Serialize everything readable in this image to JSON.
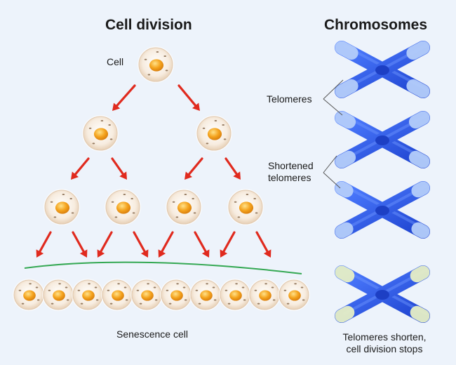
{
  "left_title": "Cell division",
  "right_title": "Chromosomes",
  "label_cell": "Cell",
  "label_senescence": "Senescence cell",
  "label_telomeres": "Telomeres",
  "label_shortened_line1": "Shortened",
  "label_shortened_line2": "telomeres",
  "label_stop_line1": "Telomeres shorten,",
  "label_stop_line2": "cell division stops",
  "colors": {
    "arrow": "#e02a1e",
    "chromosome": "#2b5ff0",
    "chromosome_dark": "#1d3fc4",
    "telomere_blue": "#b4cdfa",
    "telomere_short": "#e6efc6",
    "nucleus": "#f2a21c",
    "cell_membrane": "#f5e6d2",
    "senescence_line": "#34a853"
  },
  "generations": [
    1,
    2,
    4,
    10
  ]
}
